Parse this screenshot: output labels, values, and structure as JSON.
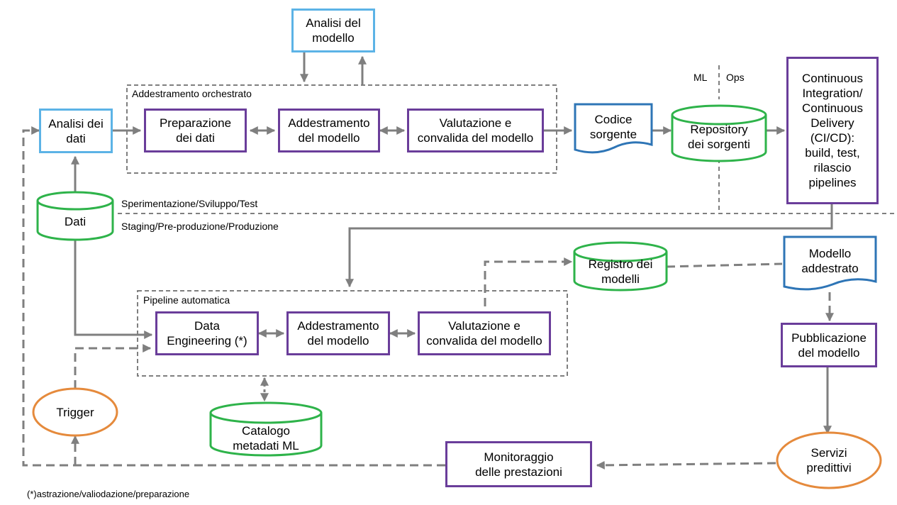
{
  "groups": {
    "orchestrated_training": "Addestramento orchestrato",
    "automated_pipeline": "Pipeline automatica"
  },
  "nodes": {
    "model_analysis": "Analisi del\nmodello",
    "data_analysis": "Analisi dei\ndati",
    "data_prep": "Preparazione\ndei dati",
    "model_training_top": "Addestramento\ndel modello",
    "model_eval_top": "Valutazione e\nconvalida del modello",
    "source_code": "Codice\nsorgente",
    "source_repo": "Repository\ndei sorgenti",
    "cicd": "Continuous\nIntegration/\nContinuous\nDelivery\n(CI/CD):\nbuild, test,\nrilascio\npipelines",
    "data": "Dati",
    "model_registry": "Registro dei\nmodelli",
    "trained_model": "Modello\naddestrato",
    "data_engineering": "Data\nEngineering (*)",
    "model_training_bottom": "Addestramento\ndel modello",
    "model_eval_bottom": "Valutazione e\nconvalida del modello",
    "model_publishing": "Pubblicazione\ndel modello",
    "trigger": "Trigger",
    "ml_metadata_catalog": "Catalogo\nmetadati ML",
    "performance_monitoring": "Monitoraggio\ndelle prestazioni",
    "predictive_services": "Servizi\npredittivi"
  },
  "labels": {
    "ml": "ML",
    "ops": "Ops",
    "dev_env": "Sperimentazione/Sviluppo/Test",
    "prod_env": "Staging/Pre-produzione/Produzione",
    "footnote": "(*)astrazione/valiodazione/preparazione"
  },
  "colors": {
    "purple": "#6a3d9a",
    "light_blue": "#5cb3e6",
    "blue": "#2e75b6",
    "green": "#2eb34a",
    "orange": "#e58a3c",
    "arrow": "#7f7f7f"
  }
}
